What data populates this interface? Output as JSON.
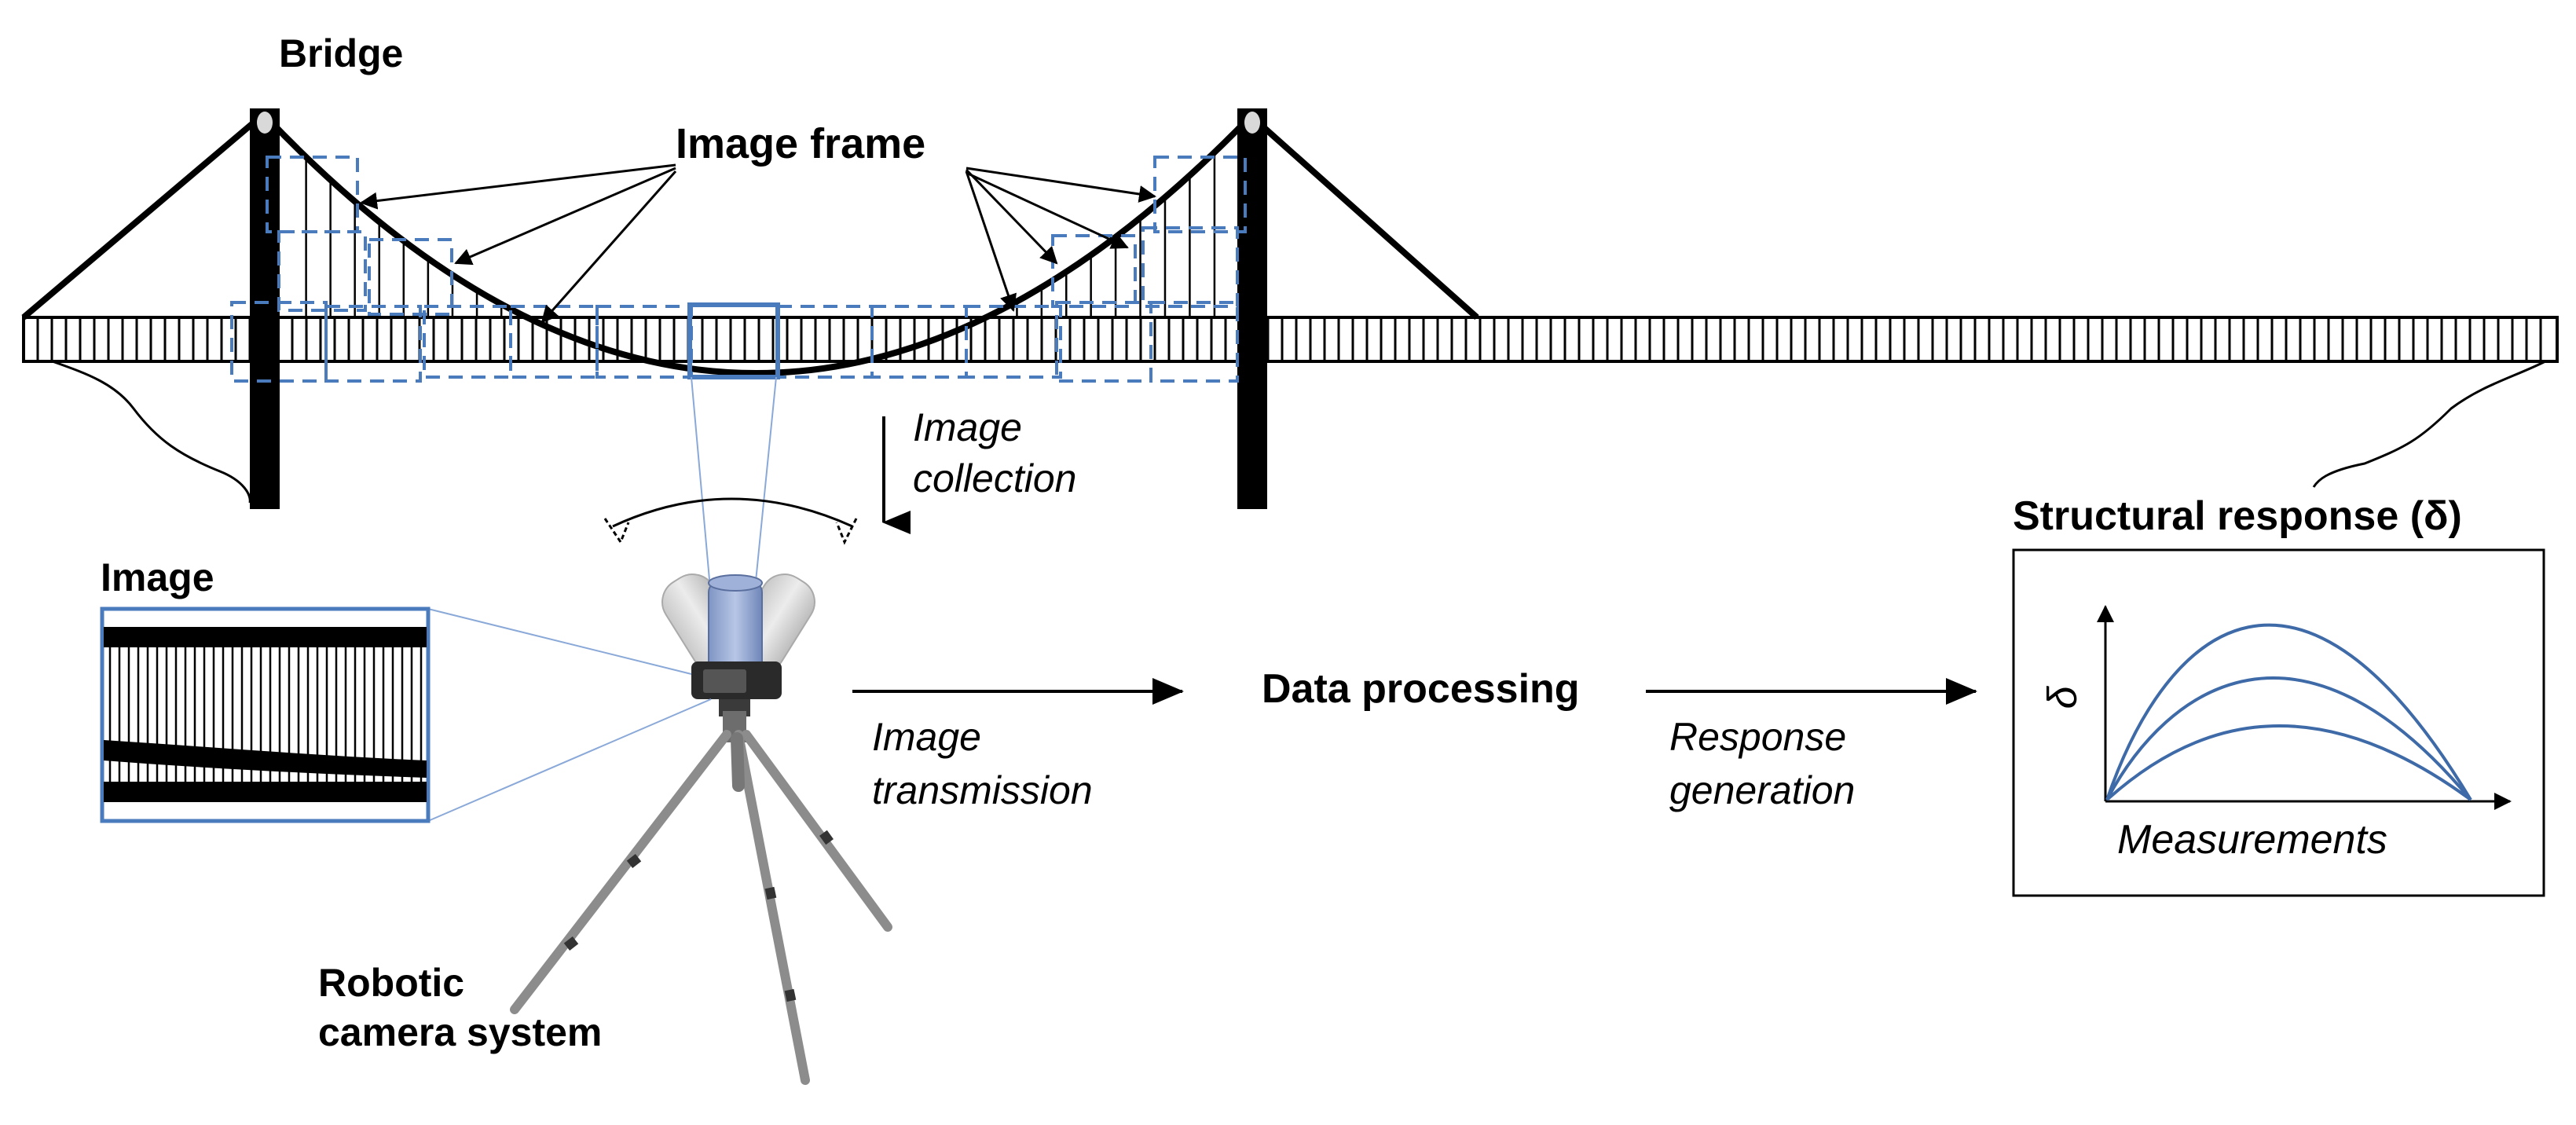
{
  "labels": {
    "bridge": "Bridge",
    "image_frame": "Image frame",
    "image_collection": [
      "Image",
      "collection"
    ],
    "image": "Image",
    "image_transmission": [
      "Image",
      "transmission"
    ],
    "data_processing": "Data processing",
    "response_generation": [
      "Response",
      "generation"
    ],
    "structural_response": "Structural response (δ)",
    "delta": "δ",
    "measurements": "Measurements",
    "robotic_camera": [
      "Robotic",
      "camera system"
    ]
  },
  "colors": {
    "ink": "#000000",
    "frame_blue": "#4a7bbd",
    "curve_blue": "#3e6aa8",
    "camera_body": "#2a2a2a",
    "tripod": "#8c8c8c"
  }
}
